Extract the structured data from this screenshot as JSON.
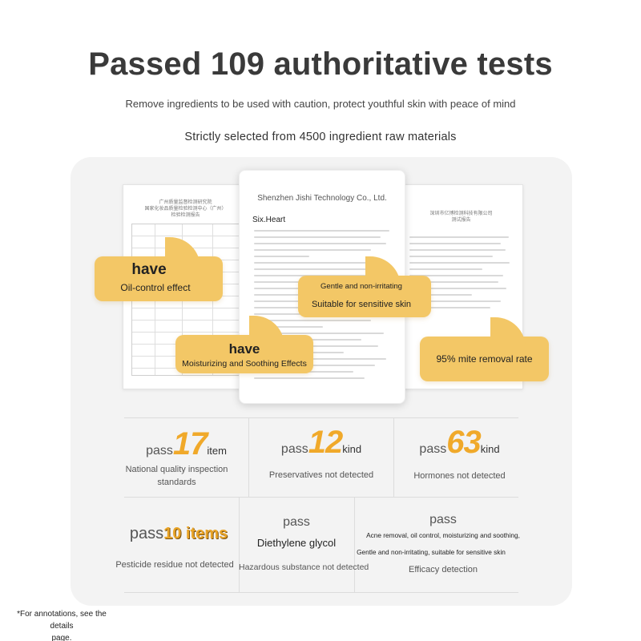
{
  "header": {
    "title": "Passed 109 authoritative tests",
    "subtitle": "Remove ingredients to be used with caution, protect youthful skin with peace of mind",
    "tagline": "Strictly selected from 4500 ingredient raw materials"
  },
  "documents": {
    "left_heading": [
      "广州质量监督检测研究院",
      "国家化妆品质量检验检测中心（广州）",
      "检验检测报告"
    ],
    "center_company": "Shenzhen Jishi Technology Co., Ltd.",
    "center_brand": "Six.Heart",
    "right_heading": [
      "深圳市亿博检测科技有限公司",
      "测试报告"
    ]
  },
  "callouts": [
    {
      "big": "have",
      "small": "Oil-control effect"
    },
    {
      "big": "have",
      "small": "Moisturizing and Soothing Effects"
    },
    {
      "line1": "Gentle and non-irritating",
      "line2": "Suitable for sensitive skin"
    },
    {
      "small": "95% mite removal rate"
    }
  ],
  "stats": {
    "quality": {
      "pass": "pass",
      "number": "17",
      "unit": "item",
      "desc1": "National quality inspection",
      "desc2": "standards"
    },
    "preservatives": {
      "pass": "pass",
      "number": "12",
      "unit": "kind",
      "desc": "Preservatives not detected"
    },
    "hormones": {
      "pass": "pass",
      "number": "63",
      "unit": "kind",
      "desc": "Hormones not detected"
    },
    "pesticide": {
      "pass": "pass",
      "number": "10 items",
      "desc": "Pesticide residue not detected"
    },
    "hazard": {
      "pass": "pass",
      "name": "Diethylene glycol",
      "desc": "Hazardous substance not detected"
    },
    "efficacy": {
      "pass": "pass",
      "line1": "Acne removal, oil control, moisturizing and soothing,",
      "line2": "Gentle and non-irritating, suitable for sensitive skin",
      "desc": "Efficacy detection"
    }
  },
  "footnote": {
    "line1": "*For annotations, see the details",
    "line2": "page."
  }
}
